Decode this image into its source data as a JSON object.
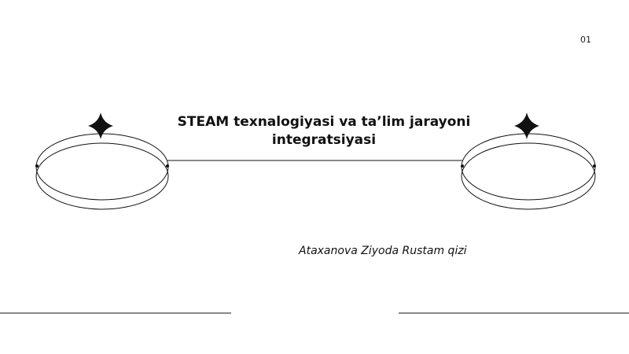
{
  "slide": {
    "page_number": "01",
    "title_line1": "STEAM texnalogiyasi va ta’lim jarayoni",
    "title_line2": "integratsiyasi",
    "author": "Ataxanova Ziyoda Rustam qizi"
  },
  "icons": {
    "left_star": "four-point-star",
    "right_star": "four-point-star"
  },
  "colors": {
    "background": "#ffffff",
    "ink": "#111111"
  }
}
